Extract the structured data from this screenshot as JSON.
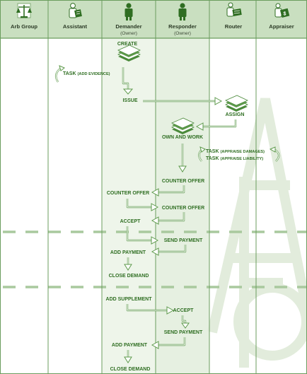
{
  "lanes": [
    {
      "name": "Arb Group",
      "owner": "",
      "icon": "scales-icon"
    },
    {
      "name": "Assistant",
      "owner": "",
      "icon": "person-document-icon"
    },
    {
      "name": "Demander",
      "owner": "(Owner)",
      "icon": "person-icon"
    },
    {
      "name": "Responder",
      "owner": "(Owner)",
      "icon": "person-icon"
    },
    {
      "name": "Router",
      "owner": "",
      "icon": "router-document-icon"
    },
    {
      "name": "Appraiser",
      "owner": "",
      "icon": "appraiser-document-icon"
    }
  ],
  "steps": {
    "create": "CREATE",
    "task_add_evidence_a": "TASK",
    "task_add_evidence_b": "(ADD EVIDENCE)",
    "issue": "ISSUE",
    "assign": "ASSIGN",
    "own_and_work": "OWN AND WORK",
    "task_appraise_damages_a": "TASK",
    "task_appraise_damages_b": "(APPRAISE DAMAGES)",
    "task_appraise_liability_a": "TASK",
    "task_appraise_liability_b": "(APPRAISE LIABILITY)",
    "counter_offer_1": "COUNTER OFFER",
    "counter_offer_2": "COUNTER OFFER",
    "counter_offer_3": "COUNTER OFFER",
    "accept_1": "ACCEPT",
    "send_payment_1": "SEND PAYMENT",
    "add_payment_1": "ADD PAYMENT",
    "close_demand_1": "CLOSE DEMAND",
    "add_supplement": "ADD SUPPLEMENT",
    "accept_2": "ACCEPT",
    "send_payment_2": "SEND PAYMENT",
    "add_payment_2": "ADD PAYMENT",
    "close_demand_2": "CLOSE DEMAND"
  },
  "colors": {
    "header_bg": "#c9dfc0",
    "lane_highlight": "#e7f1e2",
    "lane_divider": "#6b9d5e",
    "accent": "#2f6e22",
    "arrow": "#5e9a4c",
    "dash": "#a9c99e",
    "watermark": "#e3eddd"
  }
}
